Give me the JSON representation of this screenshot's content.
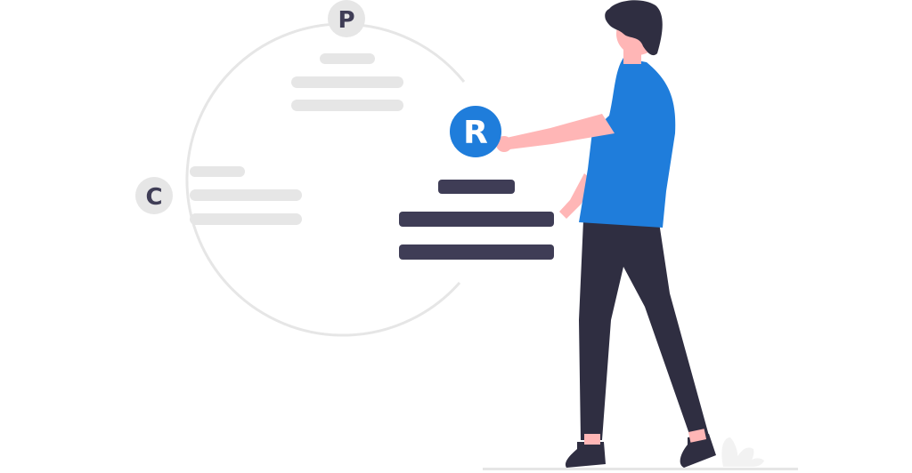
{
  "badges": {
    "p_letter": "P",
    "c_letter": "C",
    "r_letter": "R"
  },
  "colors": {
    "background": "#ffffff",
    "circle_outline": "#e6e6e6",
    "muted_badge": "#e6e6e6",
    "muted_text": "#3f3d56",
    "accent": "#1f7ddb",
    "dark_line": "#3f3d56",
    "skin": "#ffb6b6",
    "hair": "#2f2e41",
    "pants": "#2f2e41",
    "floor": "#e6e6e6"
  },
  "icons": [
    "person-illustration",
    "plant-illustration"
  ]
}
